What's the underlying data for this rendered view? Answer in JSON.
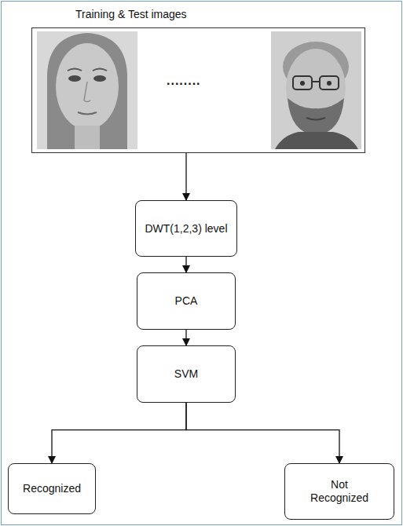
{
  "diagram": {
    "nodes": [
      {
        "text": [
          "Training & Test images"
        ]
      },
      {
        "text": [
          "DWT(1,2,3) level"
        ]
      },
      {
        "text": [
          "PCA"
        ]
      },
      {
        "text": [
          "SVM"
        ]
      },
      {
        "text": [
          "Recognized"
        ]
      },
      {
        "text": [
          "Not Recognized"
        ]
      }
    ],
    "edges": [
      {
        "from": 0,
        "to": 1,
        "arrow": "to"
      },
      {
        "from": 1,
        "to": 2,
        "arrow": "to"
      },
      {
        "from": 2,
        "to": 3,
        "arrow": "to"
      },
      {
        "from": 3,
        "to": 4,
        "arrow": "to"
      },
      {
        "from": 3,
        "to": 5,
        "arrow": "to"
      }
    ],
    "labels": [
      "........"
    ]
  }
}
